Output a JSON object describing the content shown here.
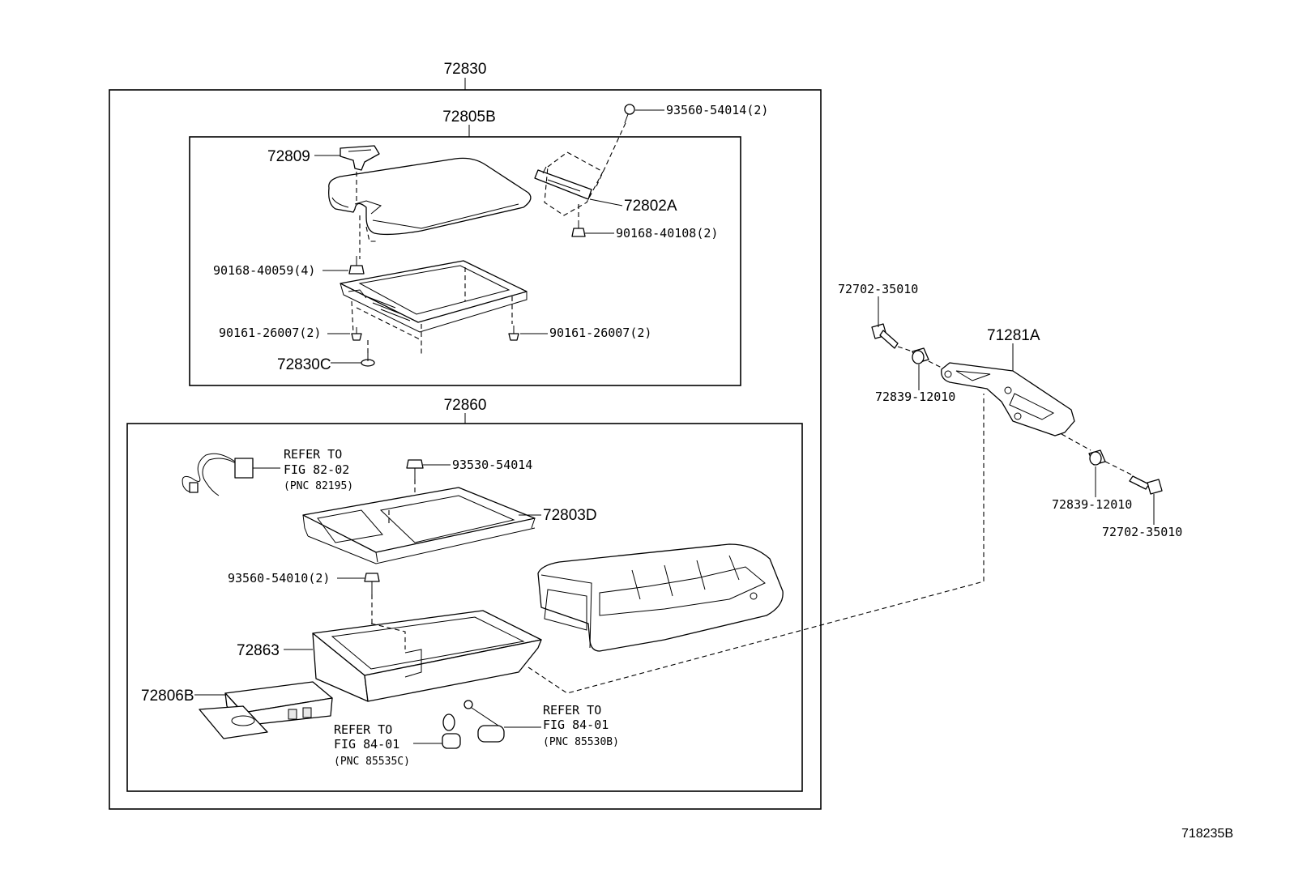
{
  "assemblies": {
    "console_box": "72830",
    "door_sub": "72805B",
    "console_body": "72860"
  },
  "parts": {
    "p72809": "72809",
    "p72802A": "72802A",
    "p93560_54014": "93560-54014(2)",
    "p90168_40108": "90168-40108(2)",
    "p90168_40059": "90168-40059(4)",
    "p90161_left": "90161-26007(2)",
    "p90161_right": "90161-26007(2)",
    "p72830C": "72830C",
    "p93530_54014": "93530-54014",
    "p72803D": "72803D",
    "p93560_54010": "93560-54010(2)",
    "p72863": "72863",
    "p72806B": "72806B",
    "p72702_top": "72702-35010",
    "p71281A": "71281A",
    "p72839_top": "72839-12010",
    "p72839_bottom": "72839-12010",
    "p72702_bottom": "72702-35010"
  },
  "references": {
    "wire": {
      "line1": "REFER TO",
      "line2": "FIG 82-02",
      "line3": "(PNC 82195)"
    },
    "socket_left": {
      "line1": "REFER TO",
      "line2": "FIG 84-01",
      "line3": "(PNC 85535C)"
    },
    "socket_right": {
      "line1": "REFER TO",
      "line2": "FIG 84-01",
      "line3": "(PNC 85530B)"
    }
  },
  "illustration_id": "718235B"
}
